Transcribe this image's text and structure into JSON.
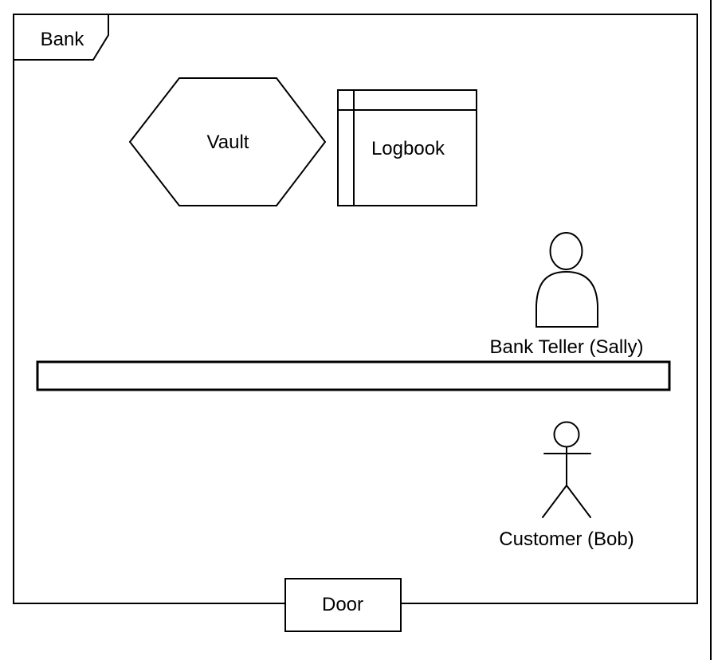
{
  "diagram": {
    "container": {
      "label": "Bank"
    },
    "nodes": {
      "vault": {
        "label": "Vault"
      },
      "logbook": {
        "label": "Logbook"
      },
      "teller": {
        "label": "Bank Teller (Sally)"
      },
      "counter": {
        "label": ""
      },
      "customer": {
        "label": "Customer (Bob)"
      },
      "door": {
        "label": "Door"
      }
    },
    "colors": {
      "stroke": "#000000",
      "fill": "#ffffff",
      "text": "#000000",
      "background": "#ffffff",
      "window_edge": "#000000"
    }
  }
}
